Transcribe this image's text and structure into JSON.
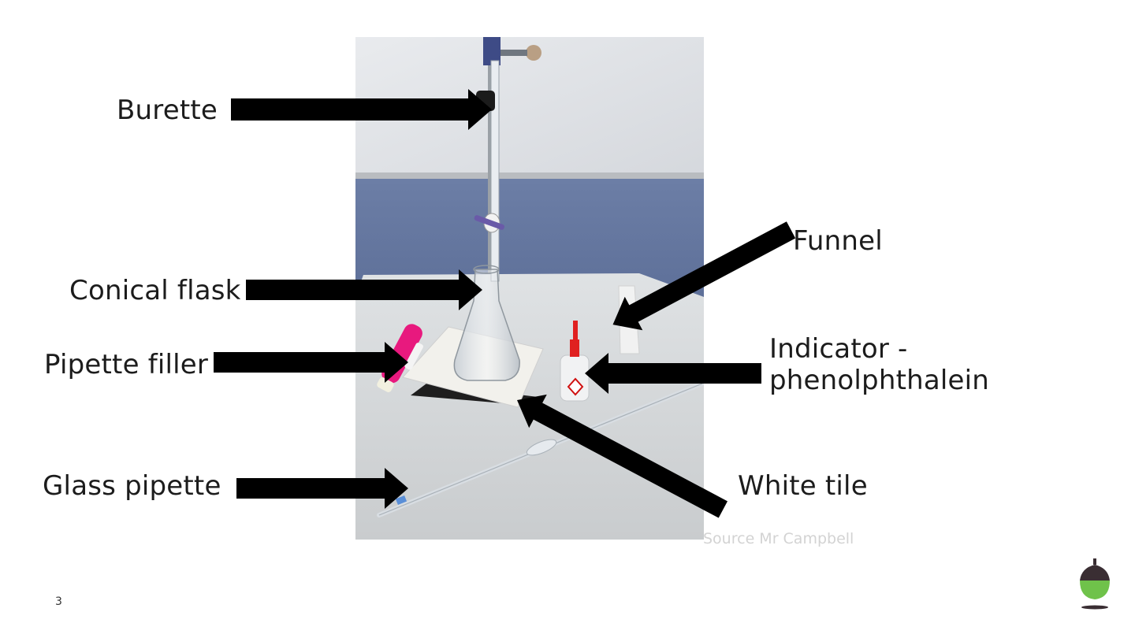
{
  "labels": {
    "burette": "Burette",
    "conical_flask": "Conical flask",
    "pipette_filler": "Pipette filler",
    "glass_pipette": "Glass pipette",
    "funnel": "Funnel",
    "indicator": "Indicator -\nphenolphthalein",
    "white_tile": "White tile"
  },
  "source_credit": "Source Mr Campbell",
  "slide_number": "3",
  "colors": {
    "text": "#1c1c1c",
    "arrow": "#000000",
    "source_text": "#d3d3d3",
    "logo_green": "#6fc24a",
    "logo_dark": "#3a2e33"
  },
  "icons": {
    "logo": "acorn-logo-icon"
  }
}
